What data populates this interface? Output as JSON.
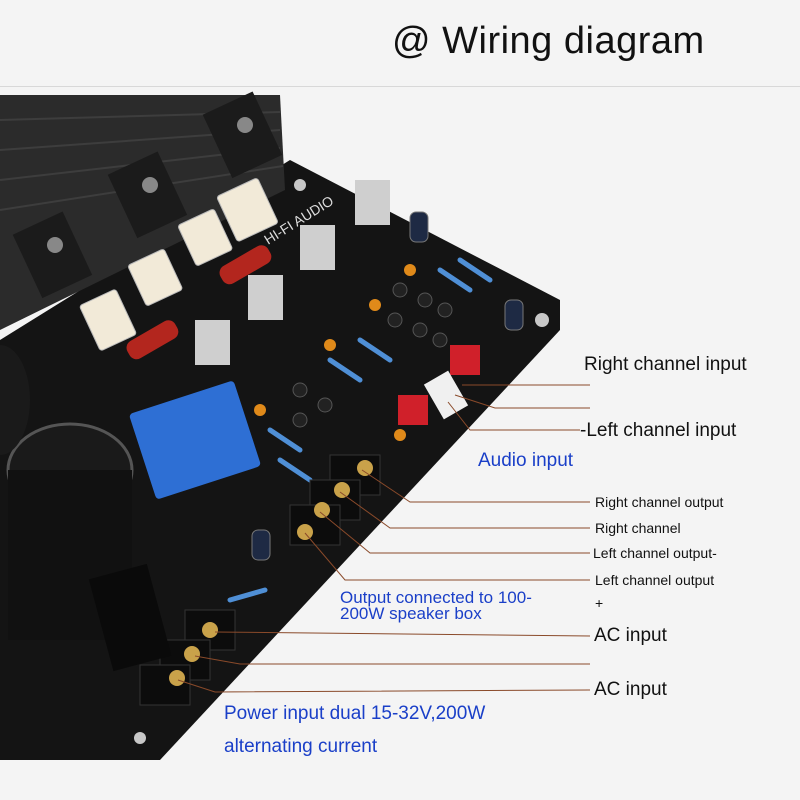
{
  "title": "@ Wiring diagram",
  "labels": {
    "right_channel_input": "Right channel input",
    "left_channel_input": "-Left channel input",
    "audio_input": "Audio input",
    "right_channel_output": "Right channel output",
    "right_channel": "Right channel",
    "left_channel_output_minus": "Left channel output-",
    "left_channel_output": "Left channel output",
    "plus": "+",
    "output_connected": "Output connected to 100-",
    "output_connected_2": "200W speaker box",
    "ac_input_1": "AC input",
    "ac_input_2": "AC input",
    "power_input_1": "Power input dual 15-32V,200W",
    "power_input_2": "alternating current"
  },
  "board_silkscreen": "HI-FI AUDIO",
  "colors": {
    "label_text": "#111111",
    "blue_text": "#1a3fc8",
    "leader_line": "#8a4a2a",
    "pcb": "#141414",
    "heatsink": "#2b2b2b",
    "relay": "#2e6fd4"
  }
}
